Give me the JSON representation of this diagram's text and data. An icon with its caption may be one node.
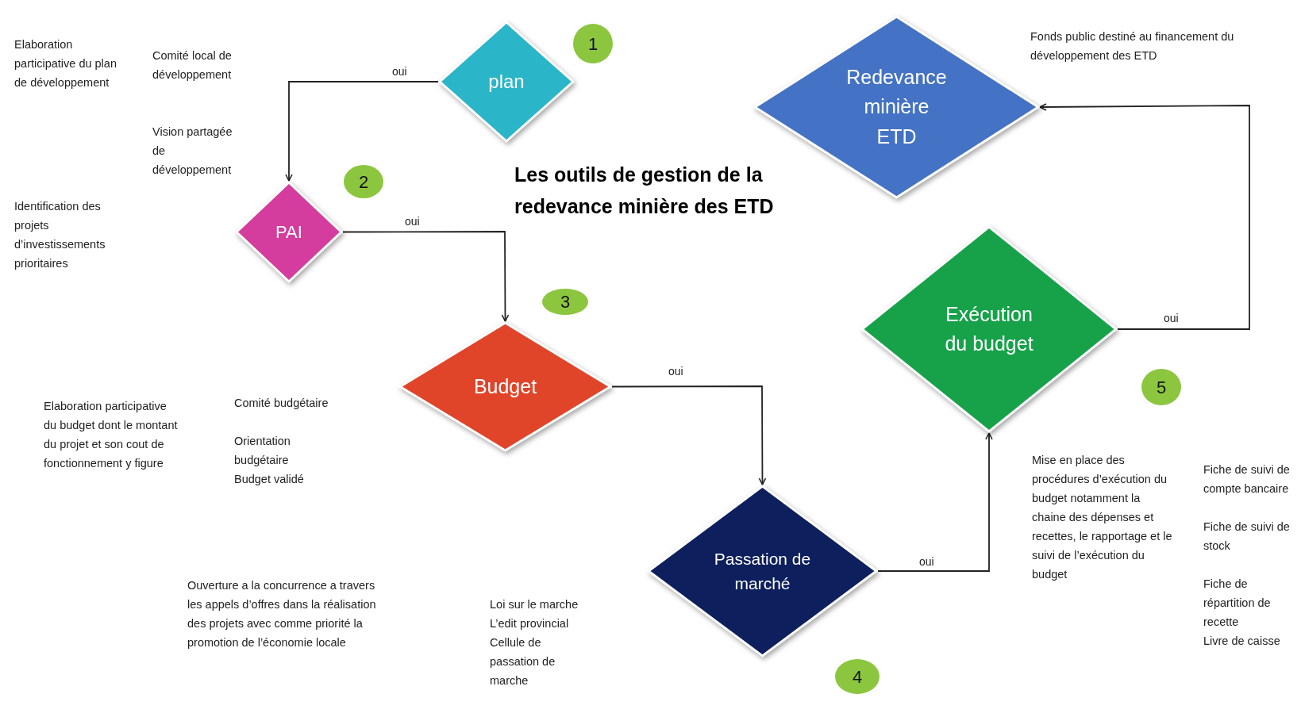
{
  "diagram": {
    "title": "Les outils de gestion de la redevance minière des ETD",
    "nodes": [
      {
        "text": [
          "plan"
        ]
      },
      {
        "text": [
          "1"
        ]
      },
      {
        "text": [
          "PAI"
        ]
      },
      {
        "text": [
          "2"
        ]
      },
      {
        "text": [
          "3"
        ]
      },
      {
        "text": [
          "Budget"
        ]
      },
      {
        "text": [
          "Passation de marché"
        ]
      },
      {
        "text": [
          "4"
        ]
      },
      {
        "text": [
          "Redevance minière ETD"
        ]
      },
      {
        "text": [
          "Exécution du budget"
        ]
      },
      {
        "text": [
          "5"
        ]
      }
    ],
    "edges": [
      {
        "from": 0,
        "to": 2,
        "arrow": "to",
        "label": "oui"
      },
      {
        "from": 2,
        "to": 5,
        "arrow": "to",
        "label": "oui"
      },
      {
        "from": 5,
        "to": 6,
        "arrow": "to",
        "label": "oui"
      },
      {
        "from": 6,
        "to": 9,
        "arrow": "to",
        "label": "oui"
      },
      {
        "from": 9,
        "to": 8,
        "arrow": "to",
        "label": "oui"
      }
    ],
    "labels": [
      "Elaboration participative du plan de développement",
      "Comité local de développement",
      "Vision partagée de développement",
      "Identification des projets d’investissements prioritaires",
      "Fonds public destiné au financement du développement des ETD",
      "Elaboration participative du budget dont le montant du projet et son cout de fonctionnement y figure",
      "Comité budgétaire",
      "Orientation budgétaire",
      "Budget validé",
      "Mise en place des procédures d’exécution du budget notamment la chaine des dépenses et recettes, le rapportage et le suivi de l’exécution du budget",
      "Fiche de suivi de compte bancaire",
      "Fiche de suivi de stock",
      "Fiche de répartition de recette",
      "Livre de caisse",
      "Ouverture a la concurrence a travers les appels d’offres dans la réalisation des projets avec comme priorité la promotion de l’économie locale",
      "Loi sur le marche",
      "L’edit provincial",
      "Cellule de passation de marche"
    ]
  }
}
